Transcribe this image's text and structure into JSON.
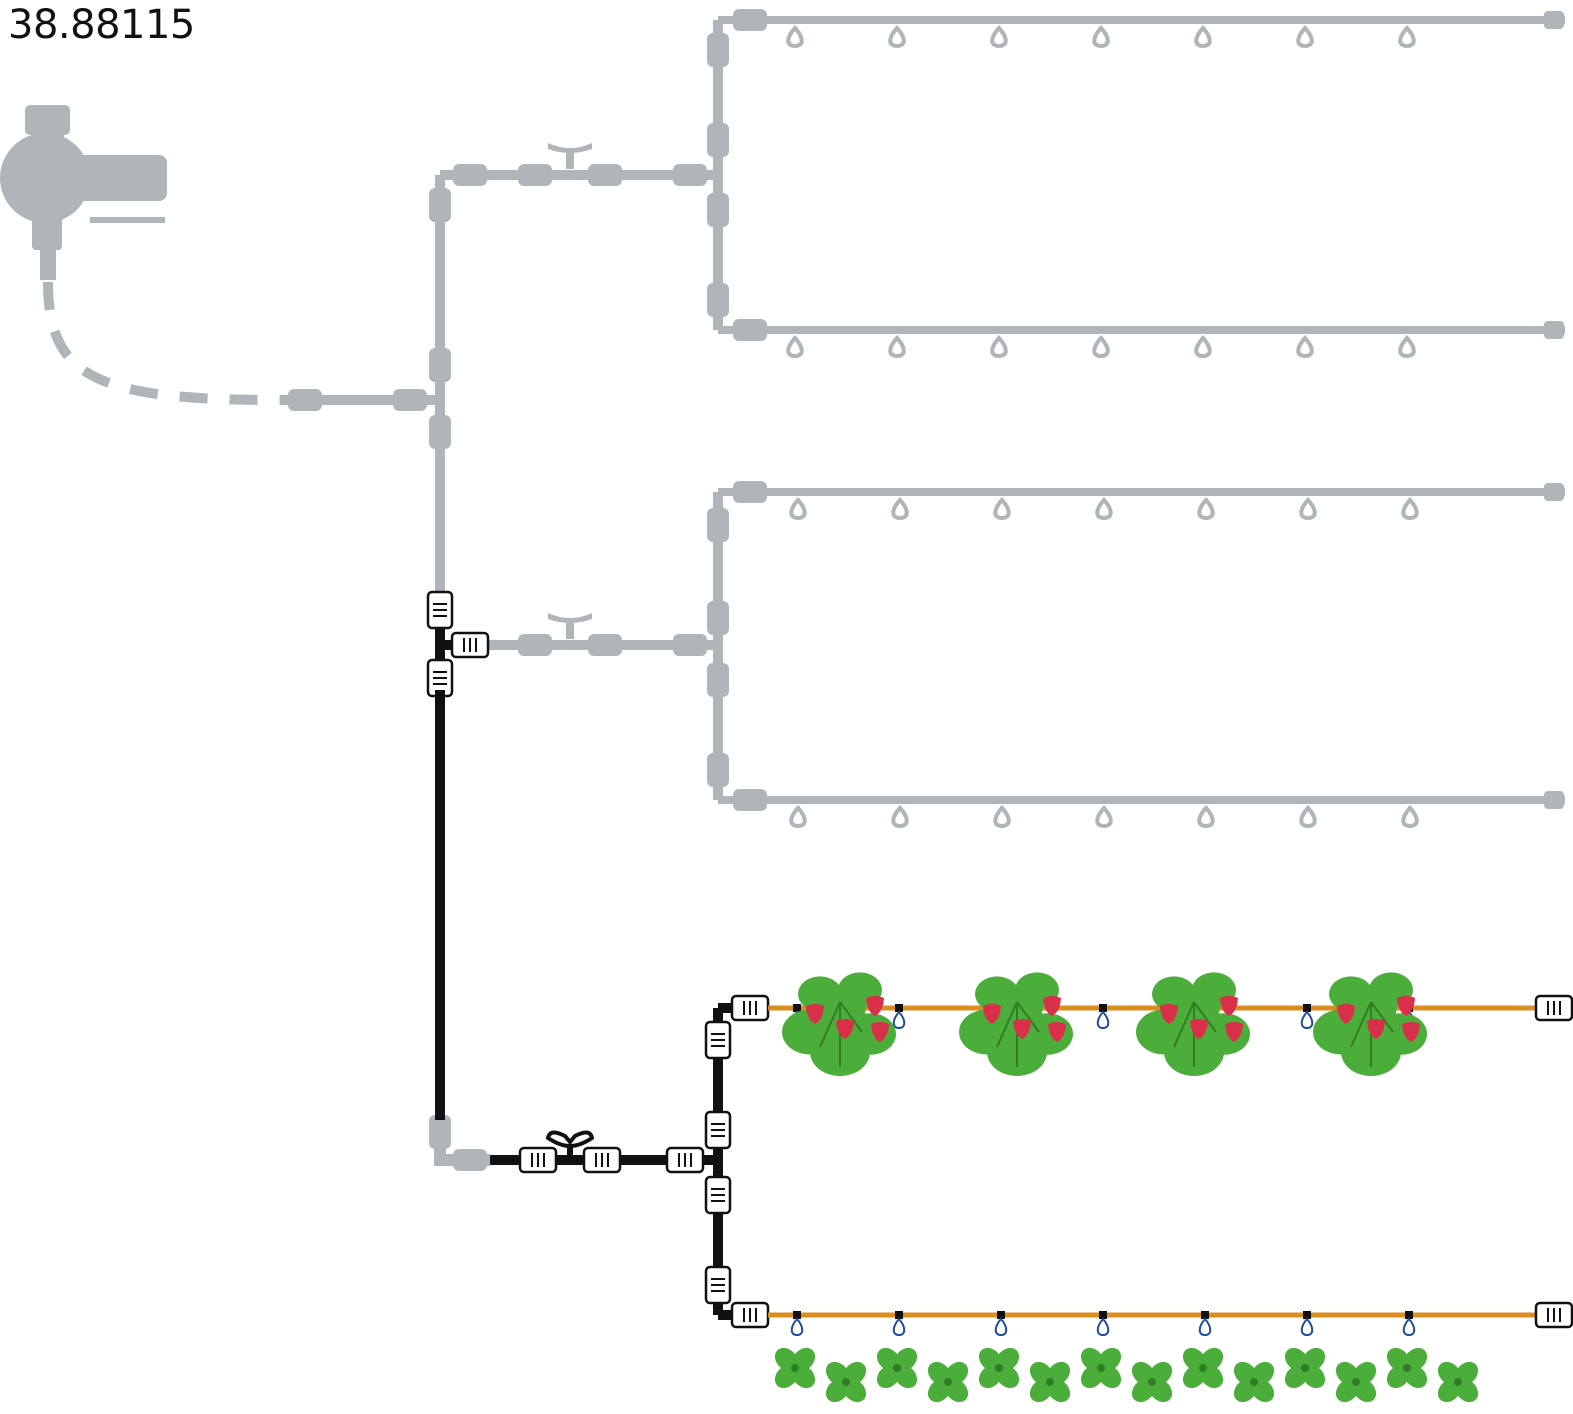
{
  "product_code": "38.88115",
  "colors": {
    "inactive": "#b0b5b9",
    "active_pipe": "#111111",
    "drip_line": "#d98e1f",
    "drip_drop": "#1f4e9e",
    "leaf": "#4cae3a",
    "leaf_dark": "#2f7d24",
    "berry": "#d9304a"
  },
  "components": {
    "pump": "tap-adapter-icon",
    "valve": "ball-valve-icon",
    "fitting": "connector-icon",
    "emitter": "dripper-icon",
    "plant": "strawberry-plant-icon"
  },
  "layout_info": {
    "inactive_branches": 2,
    "active_branch_lines": 2,
    "drippers_per_line": 7,
    "strawberry_plants_top_line": 4,
    "seedlings_bottom_line": 14
  }
}
